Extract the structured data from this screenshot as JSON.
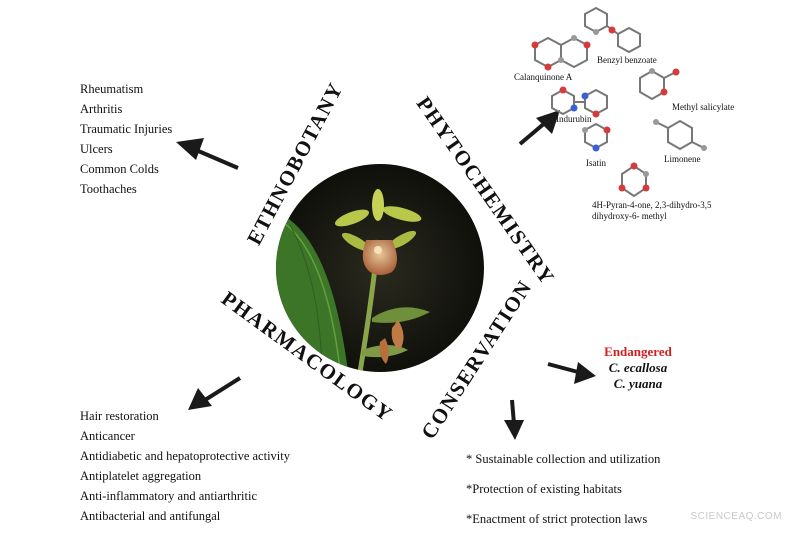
{
  "sections": {
    "ethnobotany": "ETHNOBOTANY",
    "phytochemistry": "PHYTOCHEMISTRY",
    "pharmacology": "PHARMACOLOGY",
    "conservation": "CONSERVATION"
  },
  "ethnobotany_uses": [
    "Rheumatism",
    "Arthritis",
    "Traumatic Injuries",
    "Ulcers",
    "Common Colds",
    "Toothaches"
  ],
  "pharmacology_uses": [
    "Hair restoration",
    "Anticancer",
    "Antidiabetic and hepatoprotective activity",
    "Antiplatelet aggregation",
    "Anti-inflammatory and antiarthritic",
    "Antibacterial and antifungal"
  ],
  "conservation_status": {
    "label": "Endangered",
    "species": [
      "C. ecallosa",
      "C. yuana"
    ],
    "label_color": "#d21f1f"
  },
  "conservation_actions": [
    "* Sustainable collection and utilization",
    "*Protection of existing habitats",
    "*Enactment of strict protection laws"
  ],
  "compounds": {
    "calanquinone": "Calanquinone A",
    "benzyl_benzoate": "Benzyl benzoate",
    "methyl_salicylate": "Methyl salicylate",
    "indurubin": "Indurubin",
    "isatin": "Isatin",
    "limonene": "Limonene",
    "pyranone_1": "4H-Pyran-4-one, 2,3-dihydro-3,5",
    "pyranone_2": "dihydroxy-6- methyl"
  },
  "watermark": "SCIENCEAQ.COM"
}
